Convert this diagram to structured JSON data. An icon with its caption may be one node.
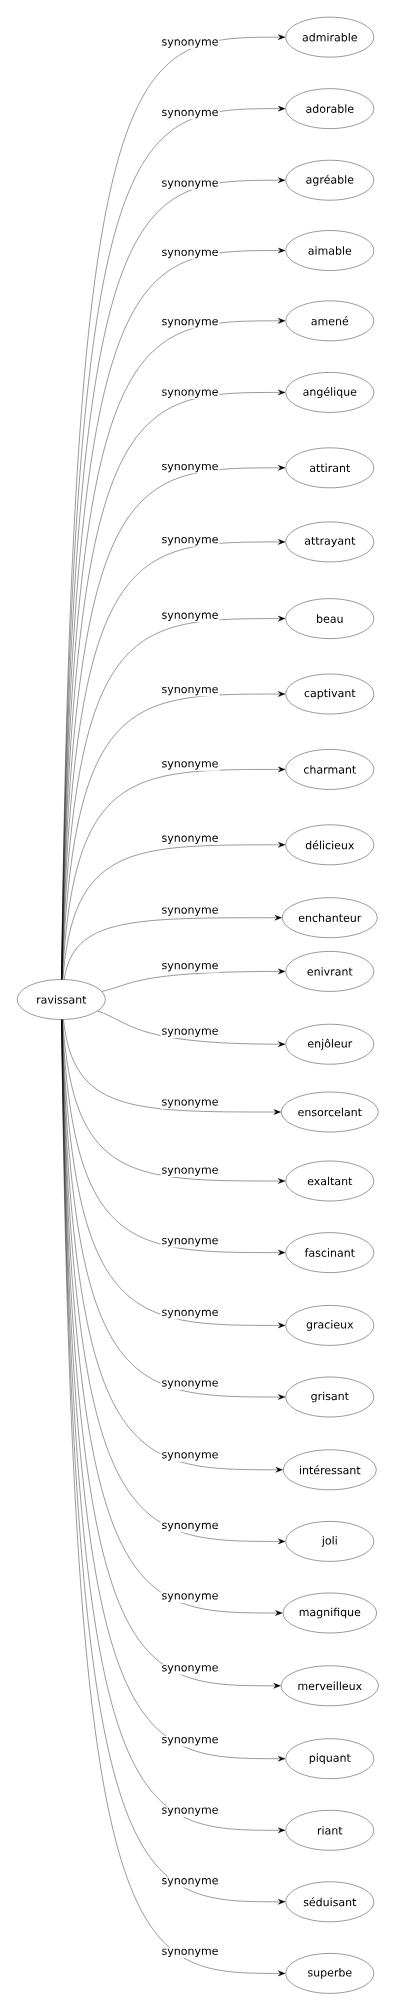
{
  "diagram": {
    "nodes": [
      {
        "text": [
          "ravissant"
        ]
      },
      {
        "text": [
          "admirable"
        ]
      },
      {
        "text": [
          "adorable"
        ]
      },
      {
        "text": [
          "agréable"
        ]
      },
      {
        "text": [
          "aimable"
        ]
      },
      {
        "text": [
          "amené"
        ]
      },
      {
        "text": [
          "angélique"
        ]
      },
      {
        "text": [
          "attirant"
        ]
      },
      {
        "text": [
          "attrayant"
        ]
      },
      {
        "text": [
          "beau"
        ]
      },
      {
        "text": [
          "captivant"
        ]
      },
      {
        "text": [
          "charmant"
        ]
      },
      {
        "text": [
          "délicieux"
        ]
      },
      {
        "text": [
          "enchanteur"
        ]
      },
      {
        "text": [
          "enivrant"
        ]
      },
      {
        "text": [
          "enjôleur"
        ]
      },
      {
        "text": [
          "ensorcelant"
        ]
      },
      {
        "text": [
          "exaltant"
        ]
      },
      {
        "text": [
          "fascinant"
        ]
      },
      {
        "text": [
          "gracieux"
        ]
      },
      {
        "text": [
          "grisant"
        ]
      },
      {
        "text": [
          "intéressant"
        ]
      },
      {
        "text": [
          "joli"
        ]
      },
      {
        "text": [
          "magnifique"
        ]
      },
      {
        "text": [
          "merveilleux"
        ]
      },
      {
        "text": [
          "piquant"
        ]
      },
      {
        "text": [
          "riant"
        ]
      },
      {
        "text": [
          "séduisant"
        ]
      },
      {
        "text": [
          "superbe"
        ]
      }
    ],
    "edges": [
      {
        "from": 0,
        "to": 1,
        "arrow": "to",
        "label": "synonyme"
      },
      {
        "from": 0,
        "to": 2,
        "arrow": "to",
        "label": "synonyme"
      },
      {
        "from": 0,
        "to": 3,
        "arrow": "to",
        "label": "synonyme"
      },
      {
        "from": 0,
        "to": 4,
        "arrow": "to",
        "label": "synonyme"
      },
      {
        "from": 0,
        "to": 5,
        "arrow": "to",
        "label": "synonyme"
      },
      {
        "from": 0,
        "to": 6,
        "arrow": "to",
        "label": "synonyme"
      },
      {
        "from": 0,
        "to": 7,
        "arrow": "to",
        "label": "synonyme"
      },
      {
        "from": 0,
        "to": 8,
        "arrow": "to",
        "label": "synonyme"
      },
      {
        "from": 0,
        "to": 9,
        "arrow": "to",
        "label": "synonyme"
      },
      {
        "from": 0,
        "to": 10,
        "arrow": "to",
        "label": "synonyme"
      },
      {
        "from": 0,
        "to": 11,
        "arrow": "to",
        "label": "synonyme"
      },
      {
        "from": 0,
        "to": 12,
        "arrow": "to",
        "label": "synonyme"
      },
      {
        "from": 0,
        "to": 13,
        "arrow": "to",
        "label": "synonyme"
      },
      {
        "from": 0,
        "to": 14,
        "arrow": "to",
        "label": "synonyme"
      },
      {
        "from": 0,
        "to": 15,
        "arrow": "to",
        "label": "synonyme"
      },
      {
        "from": 0,
        "to": 16,
        "arrow": "to",
        "label": "synonyme"
      },
      {
        "from": 0,
        "to": 17,
        "arrow": "to",
        "label": "synonyme"
      },
      {
        "from": 0,
        "to": 18,
        "arrow": "to",
        "label": "synonyme"
      },
      {
        "from": 0,
        "to": 19,
        "arrow": "to",
        "label": "synonyme"
      },
      {
        "from": 0,
        "to": 20,
        "arrow": "to",
        "label": "synonyme"
      },
      {
        "from": 0,
        "to": 21,
        "arrow": "to",
        "label": "synonyme"
      },
      {
        "from": 0,
        "to": 22,
        "arrow": "to",
        "label": "synonyme"
      },
      {
        "from": 0,
        "to": 23,
        "arrow": "to",
        "label": "synonyme"
      },
      {
        "from": 0,
        "to": 24,
        "arrow": "to",
        "label": "synonyme"
      },
      {
        "from": 0,
        "to": 25,
        "arrow": "to",
        "label": "synonyme"
      },
      {
        "from": 0,
        "to": 26,
        "arrow": "to",
        "label": "synonyme"
      },
      {
        "from": 0,
        "to": 27,
        "arrow": "to",
        "label": "synonyme"
      },
      {
        "from": 0,
        "to": 28,
        "arrow": "to",
        "label": "synonyme"
      }
    ]
  }
}
